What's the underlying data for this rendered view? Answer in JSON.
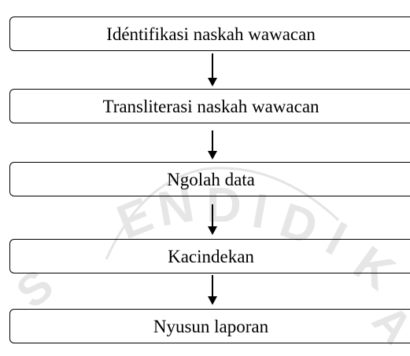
{
  "flowchart": {
    "steps": [
      {
        "label": "Idéntifikasi naskah wawacan"
      },
      {
        "label": "Transliterasi naskah wawacan"
      },
      {
        "label": "Ngolah data"
      },
      {
        "label": "Kacindekan"
      },
      {
        "label": "Nyusun laporan"
      }
    ]
  },
  "colors": {
    "line": "#000000",
    "watermark": "#e2e2e2",
    "background": "#ffffff"
  }
}
